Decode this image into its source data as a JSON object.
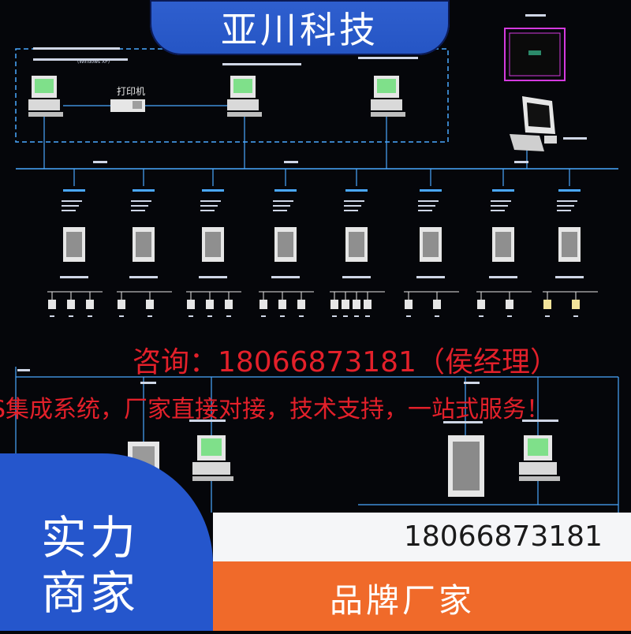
{
  "banner": {
    "company": "亚川科技"
  },
  "overlay": {
    "contact": "咨询：18066873181（侯经理）",
    "slogan": "S集成系统，厂家直接对接，技术支持，一站式服务！"
  },
  "bottom": {
    "left_line1": "实力",
    "left_line2": "商家",
    "phone": "18066873181",
    "brand": "品牌厂家"
  },
  "diagram": {
    "printer_label": "打印机",
    "os_label": "(Windows XP)",
    "colors": {
      "line": "#4aa8ff",
      "device": "#e6e6e6",
      "screen": "#7fe08a",
      "magenta": "#d43adf",
      "red_text": "#e3202a"
    }
  }
}
